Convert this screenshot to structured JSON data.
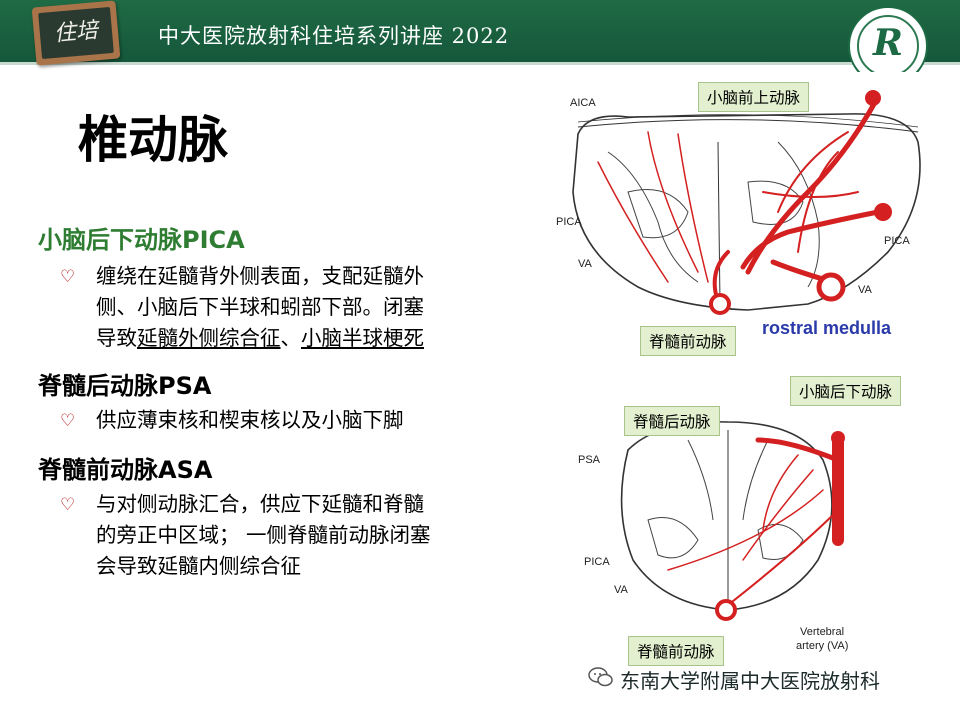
{
  "header": {
    "badge_text": "住培",
    "title": "中大医院放射科住培系列讲座 2022",
    "logo_letter": "R"
  },
  "slide": {
    "title": "椎动脉",
    "sections": [
      {
        "heading": "小脑后下动脉PICA",
        "bullets": [
          "缠绕在延髓背外侧表面，支配延髓外",
          "侧、小脑后下半球和蚓部下部。闭塞",
          "导致"
        ],
        "underline_1": "延髓外侧综合征",
        "sep": "、",
        "underline_2": "小脑半球梗死"
      },
      {
        "heading": "脊髓后动脉PSA",
        "bullets": [
          "供应薄束核和楔束核以及小脑下脚"
        ]
      },
      {
        "heading": "脊髓前动脉ASA",
        "bullets": [
          "与对侧动脉汇合，供应下延髓和脊髓",
          "的旁正中区域； 一侧脊髓前动脉闭塞",
          "会导致延髓内侧综合征"
        ]
      }
    ]
  },
  "diagram_top": {
    "labels": {
      "aica": "AICA",
      "pica_left": "PICA",
      "va_left": "VA",
      "pica_right": "PICA",
      "va_right": "VA"
    },
    "boxes": {
      "sca": "小脑前上动脉",
      "asa": "脊髓前动脉"
    },
    "caption": "rostral medulla"
  },
  "diagram_bottom": {
    "labels": {
      "psa": "PSA",
      "pica": "PICA",
      "va": "VA",
      "vertebral_1": "Vertebral",
      "vertebral_2": "artery (VA)"
    },
    "boxes": {
      "pica": "小脑后下动脉",
      "psa": "脊髓后动脉",
      "asa": "脊髓前动脉"
    }
  },
  "footer": {
    "text": "东南大学附属中大医院放射科",
    "icon": "wechat-icon"
  },
  "colors": {
    "header": "#1f6b45",
    "heading_green": "#2e7d32",
    "artery_red": "#d42020",
    "caption_blue": "#2a3aa8",
    "label_bg": "#e3f0cf"
  }
}
